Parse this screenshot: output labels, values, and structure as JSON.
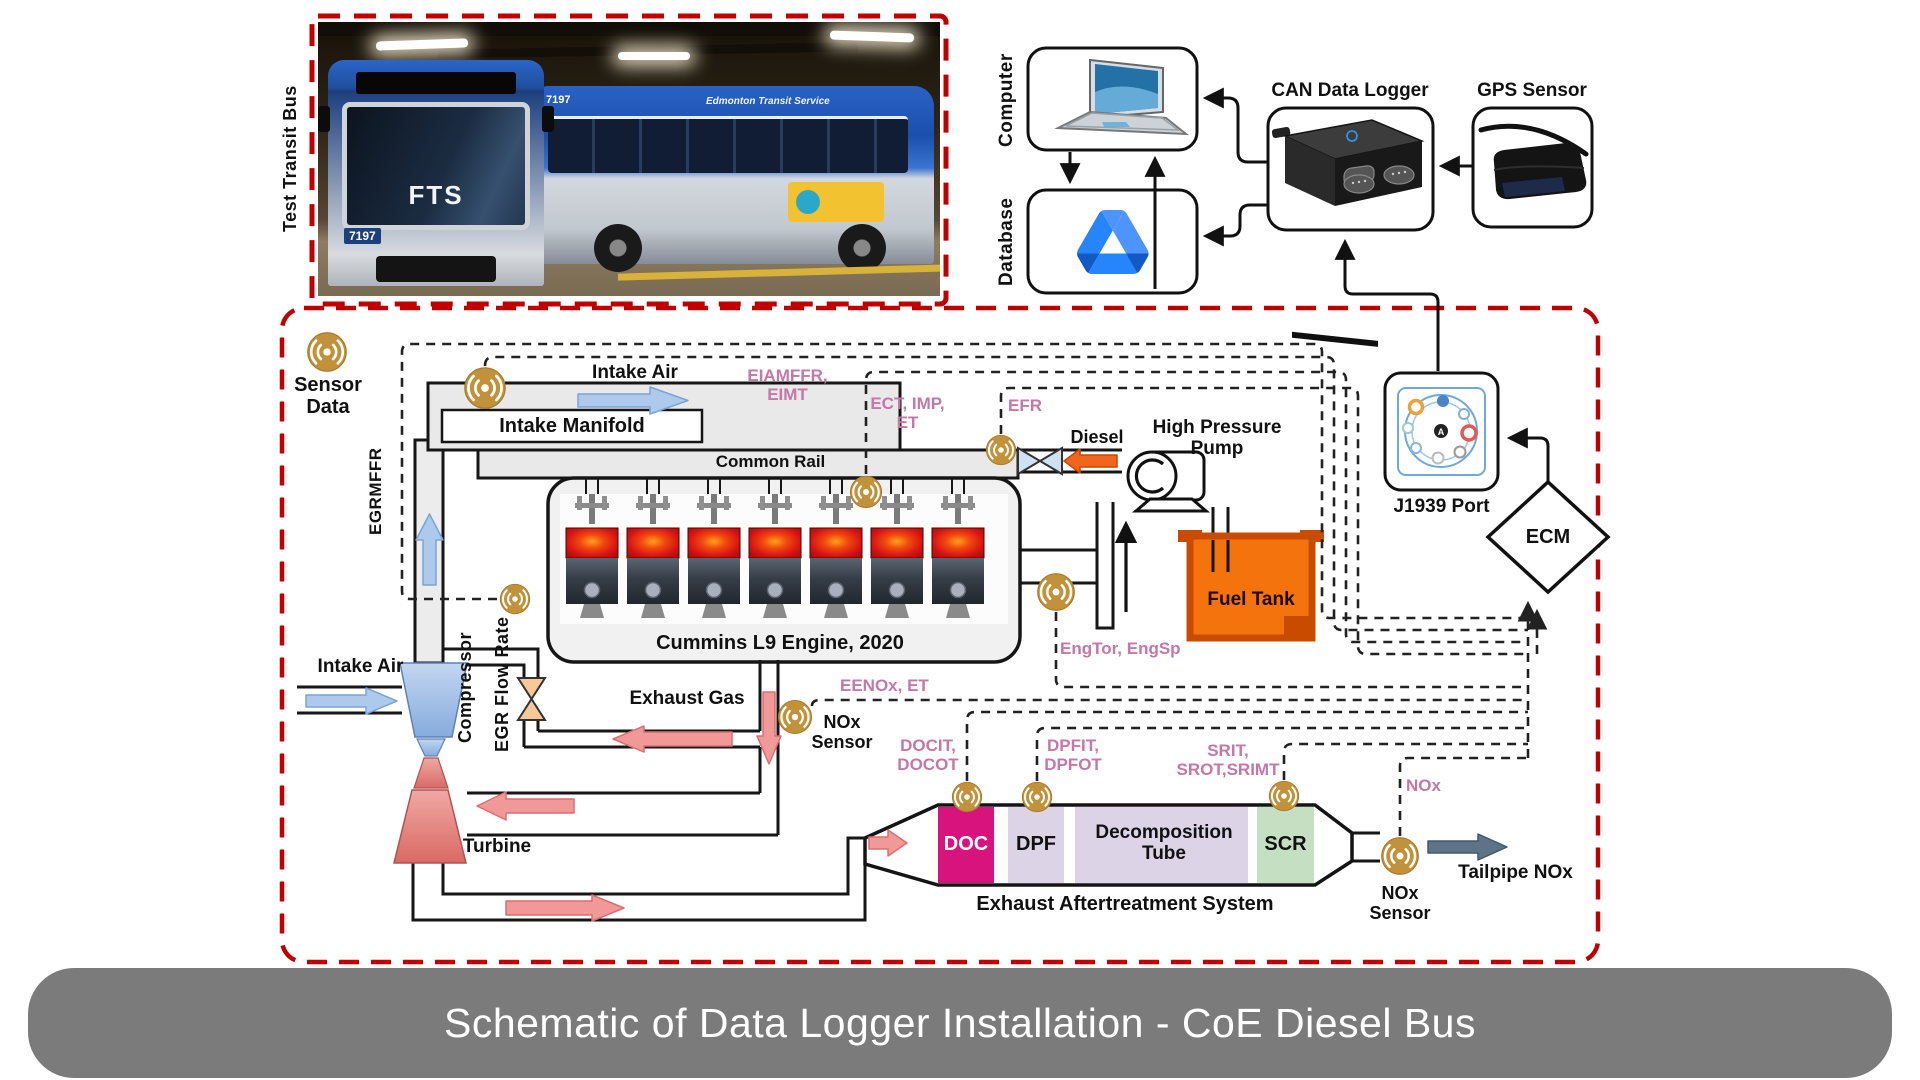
{
  "title_bar": {
    "text": "Schematic of Data Logger Installation - CoE Diesel Bus"
  },
  "photo": {
    "caption": "Test Transit Bus",
    "bus_number": "7197",
    "operator": "Edmonton Transit Service",
    "windshield_text": "FTS"
  },
  "acquisition": {
    "computer": "Computer",
    "database": "Database",
    "can_logger": "CAN Data Logger",
    "gps": "GPS Sensor",
    "j1939_port": "J1939 Port",
    "ecm": "ECM",
    "j1939_center_pin": "A"
  },
  "schematic": {
    "sensor_data": "Sensor\nData",
    "intake_air_top": "Intake Air",
    "intake_manifold": "Intake Manifold",
    "common_rail": "Common Rail",
    "engine": "Cummins L9 Engine, 2020",
    "diesel": "Diesel",
    "high_pressure_pump": "High Pressure\nPump",
    "fuel_tank": "Fuel Tank",
    "intake_air_left": "Intake Air",
    "compressor": "Compressor",
    "egr_flow_rate": "EGR Flow Rate",
    "exhaust_gas": "Exhaust Gas",
    "turbine": "Turbine",
    "nox_sensor_mid": "NOx\nSensor",
    "aftertreatment": {
      "doc": "DOC",
      "dpf": "DPF",
      "decomposition_tube": "Decomposition\nTube",
      "scr": "SCR",
      "caption": "Exhaust Aftertreatment System"
    },
    "nox_sensor_tail": "NOx\nSensor",
    "tailpipe_nox": "Tailpipe NOx"
  },
  "signals": {
    "egrmffr": "EGRMFFR",
    "eiamffr_eimt": "EIAMFFR,\nEIMT",
    "ect_imp_et": "ECT, IMP,\nET",
    "efr": "EFR",
    "engtor_engsp": "EngTor, EngSp",
    "eenox_et": "EENOx, ET",
    "docit_docot": "DOCIT,\nDOCOT",
    "dpfit_dpfot": "DPFIT,\nDPFOT",
    "srit_srot_srimt": "SRIT,\nSROT,SRIMT",
    "nox": "NOx"
  },
  "colors": {
    "border_red": "#C00000",
    "sensor_gold": "#C2923B",
    "signal_pink": "#C477A8",
    "doc_magenta": "#D8137E",
    "dpf_lavender": "#DDD3E7",
    "scr_green": "#C5DFC3",
    "tank_orange": "#F4730D",
    "title_gray": "#7B7B7B"
  }
}
